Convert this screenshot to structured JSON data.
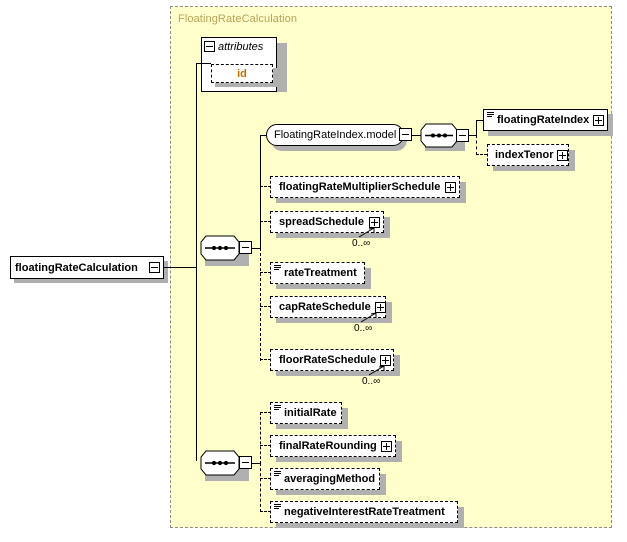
{
  "diagram": {
    "type": "xml-schema-diagram",
    "root_element": {
      "name": "floatingRateCalculation",
      "required": true,
      "expand": "minus"
    },
    "complex_type": {
      "title": "FloatingRateCalculation"
    },
    "attributes_group": {
      "header": "attributes",
      "expand": "minus",
      "items": [
        {
          "name": "id",
          "required": false
        }
      ]
    },
    "sequence_symbol": "sequence",
    "groups": [
      {
        "id": "sequence-1",
        "compositor": "sequence",
        "expand": "minus",
        "children": [
          {
            "name": "FloatingRateIndex.model",
            "kind": "model-group",
            "required": true,
            "expand": "minus",
            "children": [
              {
                "id": "sequence-2",
                "compositor": "sequence",
                "expand": "minus",
                "children": [
                  {
                    "name": "floatingRateIndex",
                    "required": true,
                    "expand": "plus",
                    "type_glyph": true
                  },
                  {
                    "name": "indexTenor",
                    "required": false,
                    "expand": "plus",
                    "type_glyph": false
                  }
                ]
              }
            ]
          },
          {
            "name": "floatingRateMultiplierSchedule",
            "required": false,
            "expand": "plus",
            "type_glyph": false,
            "occurrence": ""
          },
          {
            "name": "spreadSchedule",
            "required": false,
            "expand": "plus",
            "type_glyph": false,
            "occurrence": "0..∞"
          },
          {
            "name": "rateTreatment",
            "required": false,
            "expand": "none",
            "type_glyph": true,
            "occurrence": ""
          },
          {
            "name": "capRateSchedule",
            "required": false,
            "expand": "plus",
            "type_glyph": false,
            "occurrence": "0..∞"
          },
          {
            "name": "floorRateSchedule",
            "required": false,
            "expand": "plus",
            "type_glyph": false,
            "occurrence": "0..∞"
          }
        ]
      },
      {
        "id": "sequence-3",
        "compositor": "sequence",
        "expand": "minus",
        "children": [
          {
            "name": "initialRate",
            "required": false,
            "expand": "none",
            "type_glyph": true
          },
          {
            "name": "finalRateRounding",
            "required": false,
            "expand": "plus",
            "type_glyph": false
          },
          {
            "name": "averagingMethod",
            "required": false,
            "expand": "none",
            "type_glyph": true
          },
          {
            "name": "negativeInterestRateTreatment",
            "required": false,
            "expand": "none",
            "type_glyph": true
          }
        ]
      }
    ],
    "colors": {
      "complex_type_fill": "#ffffcc",
      "complex_type_border": "#8c8c8c",
      "complex_type_title": "#b8a35a",
      "node_fill": "#ffffff",
      "node_border": "#000000",
      "attribute_text": "#c07000",
      "shadow": "#b0b0b0",
      "background": "#ffffff"
    }
  }
}
